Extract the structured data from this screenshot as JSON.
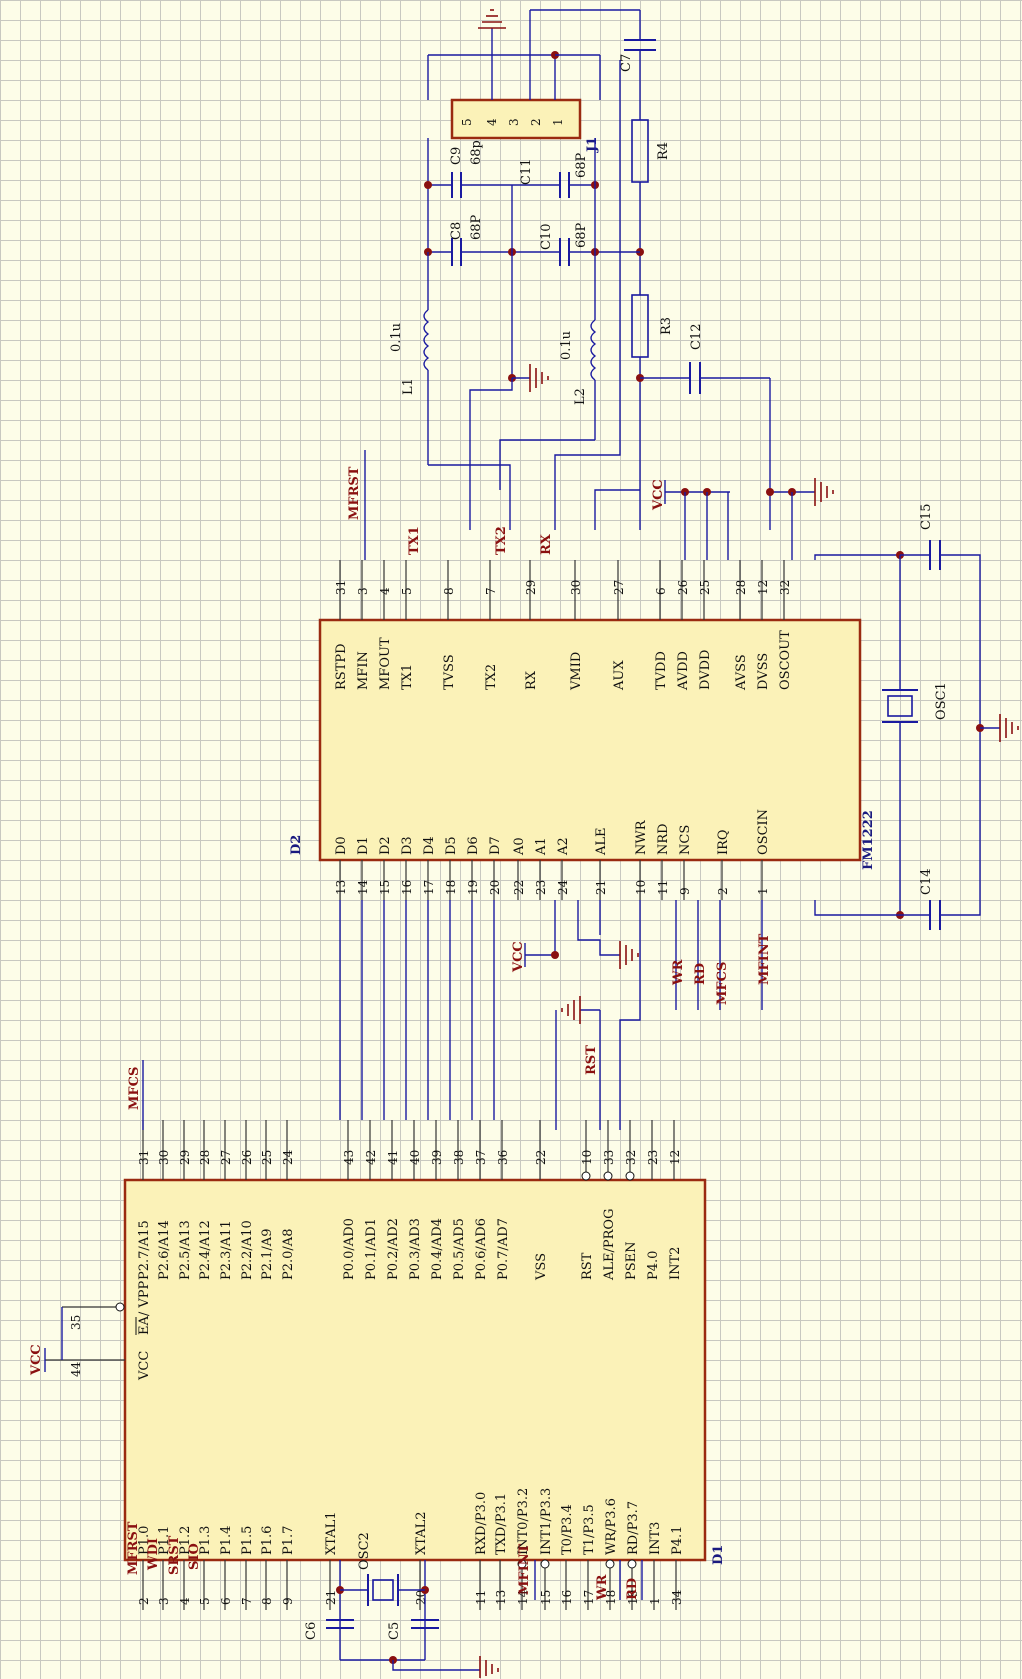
{
  "d1": {
    "ref": "D1",
    "pins_left": [
      {
        "n": "2",
        "l": "P1.0"
      },
      {
        "n": "3",
        "l": "P1.1"
      },
      {
        "n": "4",
        "l": "P1.2"
      },
      {
        "n": "5",
        "l": "P1.3"
      },
      {
        "n": "6",
        "l": "P1.4"
      },
      {
        "n": "7",
        "l": "P1.5"
      },
      {
        "n": "8",
        "l": "P1.6"
      },
      {
        "n": "9",
        "l": "P1.7"
      },
      {
        "n": "21",
        "l": "XTAL1"
      },
      {
        "n": "20",
        "l": "XTAL2"
      },
      {
        "n": "11",
        "l": "RXD/P3.0"
      },
      {
        "n": "13",
        "l": "TXD/P3.1"
      },
      {
        "n": "14",
        "l": "INT0/P3.2"
      },
      {
        "n": "15",
        "l": "INT1/P3.3"
      },
      {
        "n": "16",
        "l": "T0/P3.4"
      },
      {
        "n": "17",
        "l": "T1/P3.5"
      },
      {
        "n": "18",
        "l": "WR/P3.6"
      },
      {
        "n": "19",
        "l": "RD/P3.7"
      },
      {
        "n": "1",
        "l": "INT3"
      },
      {
        "n": "34",
        "l": "P4.1"
      }
    ],
    "pins_right": [
      {
        "n": "31",
        "l": "P2.7/A15"
      },
      {
        "n": "30",
        "l": "P2.6/A14"
      },
      {
        "n": "29",
        "l": "P2.5/A13"
      },
      {
        "n": "28",
        "l": "P2.4/A12"
      },
      {
        "n": "27",
        "l": "P2.3/A11"
      },
      {
        "n": "26",
        "l": "P2.2/A10"
      },
      {
        "n": "25",
        "l": "P2.1/A9"
      },
      {
        "n": "24",
        "l": "P2.0/A8"
      },
      {
        "n": "43",
        "l": "P0.0/AD0"
      },
      {
        "n": "42",
        "l": "P0.1/AD1"
      },
      {
        "n": "41",
        "l": "P0.2/AD2"
      },
      {
        "n": "40",
        "l": "P0.3/AD3"
      },
      {
        "n": "39",
        "l": "P0.4/AD4"
      },
      {
        "n": "38",
        "l": "P0.5/AD5"
      },
      {
        "n": "37",
        "l": "P0.6/AD6"
      },
      {
        "n": "36",
        "l": "P0.7/AD7"
      },
      {
        "n": "22",
        "l": "VSS"
      },
      {
        "n": "10",
        "l": "RST"
      },
      {
        "n": "33",
        "l": "ALE/PROG"
      },
      {
        "n": "32",
        "l": "PSEN"
      },
      {
        "n": "23",
        "l": "P4.0"
      },
      {
        "n": "12",
        "l": "INT2"
      }
    ],
    "pins_top": [
      {
        "n": "44",
        "l": "VCC"
      },
      {
        "n": "35",
        "l": "EA/ VPP"
      }
    ]
  },
  "d2": {
    "ref": "D2",
    "part": "FM1222",
    "pins_left": [
      {
        "n": "13",
        "l": "D0"
      },
      {
        "n": "14",
        "l": "D1"
      },
      {
        "n": "15",
        "l": "D2"
      },
      {
        "n": "16",
        "l": "D3"
      },
      {
        "n": "17",
        "l": "D4"
      },
      {
        "n": "18",
        "l": "D5"
      },
      {
        "n": "19",
        "l": "D6"
      },
      {
        "n": "20",
        "l": "D7"
      },
      {
        "n": "22",
        "l": "A0"
      },
      {
        "n": "23",
        "l": "A1"
      },
      {
        "n": "24",
        "l": "A2"
      },
      {
        "n": "21",
        "l": "ALE"
      },
      {
        "n": "10",
        "l": "NWR"
      },
      {
        "n": "11",
        "l": "NRD"
      },
      {
        "n": "9",
        "l": "NCS"
      },
      {
        "n": "2",
        "l": "IRQ"
      },
      {
        "n": "1",
        "l": "OSCIN"
      }
    ],
    "pins_right": [
      {
        "n": "31",
        "l": "RSTPD"
      },
      {
        "n": "3",
        "l": "MFIN"
      },
      {
        "n": "4",
        "l": "MFOUT"
      },
      {
        "n": "5",
        "l": "TX1"
      },
      {
        "n": "8",
        "l": "TVSS"
      },
      {
        "n": "7",
        "l": "TX2"
      },
      {
        "n": "29",
        "l": "RX"
      },
      {
        "n": "30",
        "l": "VMID"
      },
      {
        "n": "27",
        "l": "AUX"
      },
      {
        "n": "6",
        "l": "TVDD"
      },
      {
        "n": "26",
        "l": "AVDD"
      },
      {
        "n": "25",
        "l": "DVDD"
      },
      {
        "n": "28",
        "l": "AVSS"
      },
      {
        "n": "12",
        "l": "DVSS"
      },
      {
        "n": "32",
        "l": "OSCOUT"
      }
    ]
  },
  "j1": {
    "ref": "J1",
    "pins": [
      "5",
      "4",
      "3",
      "2",
      "1"
    ]
  },
  "components": {
    "c9": "C9",
    "c9v": "68p",
    "c11": "C11",
    "c11v": "68P",
    "c8": "C8",
    "c8v": "68P",
    "c10": "C10",
    "c10v": "68P",
    "c7": "C7",
    "r4": "R4",
    "r3": "R3",
    "c12": "C12",
    "l1": "L1",
    "l1v": "0.1u",
    "l2": "L2",
    "l2v": "0.1u",
    "c15": "C15",
    "c14": "C14",
    "osc1": "OSC1",
    "osc2": "OSC2",
    "c6": "C6",
    "c5": "C5"
  },
  "nets": {
    "vcc_top": "VCC",
    "vcc_mid": "VCC",
    "vcc_d1": "VCC",
    "mfrst_top": "MFRST",
    "tx1": "TX1",
    "tx2": "TX2",
    "rx": "RX",
    "wr": "WR",
    "rd": "RD",
    "mfcs_mid": "MFCS",
    "mfint_mid": "MFINT",
    "rst": "RST",
    "mfcs_top": "MFCS",
    "mfrst_left": "MFRST",
    "wdi": "WDI",
    "srst": "SRST",
    "sio": "SIO",
    "mfint_left": "MFINT",
    "wr_left": "WR",
    "rd_left": "RD"
  }
}
